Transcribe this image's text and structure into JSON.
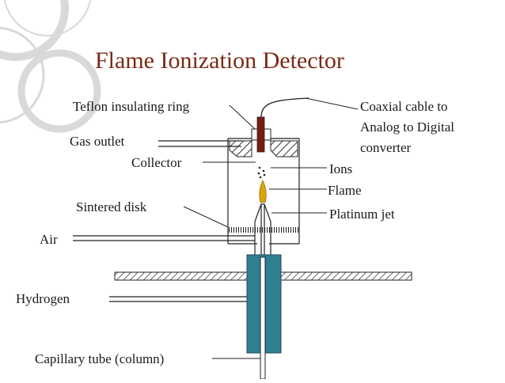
{
  "title": "Flame Ionization Detector",
  "labels": {
    "teflon": "Teflon insulating ring",
    "gas_outlet": "Gas outlet",
    "collector": "Collector",
    "sintered": "Sintered disk",
    "air": "Air",
    "hydrogen": "Hydrogen",
    "capillary": "Capillary tube (column)",
    "coax_1": "Coaxial cable to",
    "coax_2": "Analog to Digital",
    "coax_3": "converter",
    "ions": "Ions",
    "flame": "Flame",
    "platinum": "Platinum jet"
  },
  "colors": {
    "title": "#7a2a16",
    "column": "#2f7f93",
    "flame": "#d9a40a",
    "background_rings": "#d7d7d7"
  }
}
